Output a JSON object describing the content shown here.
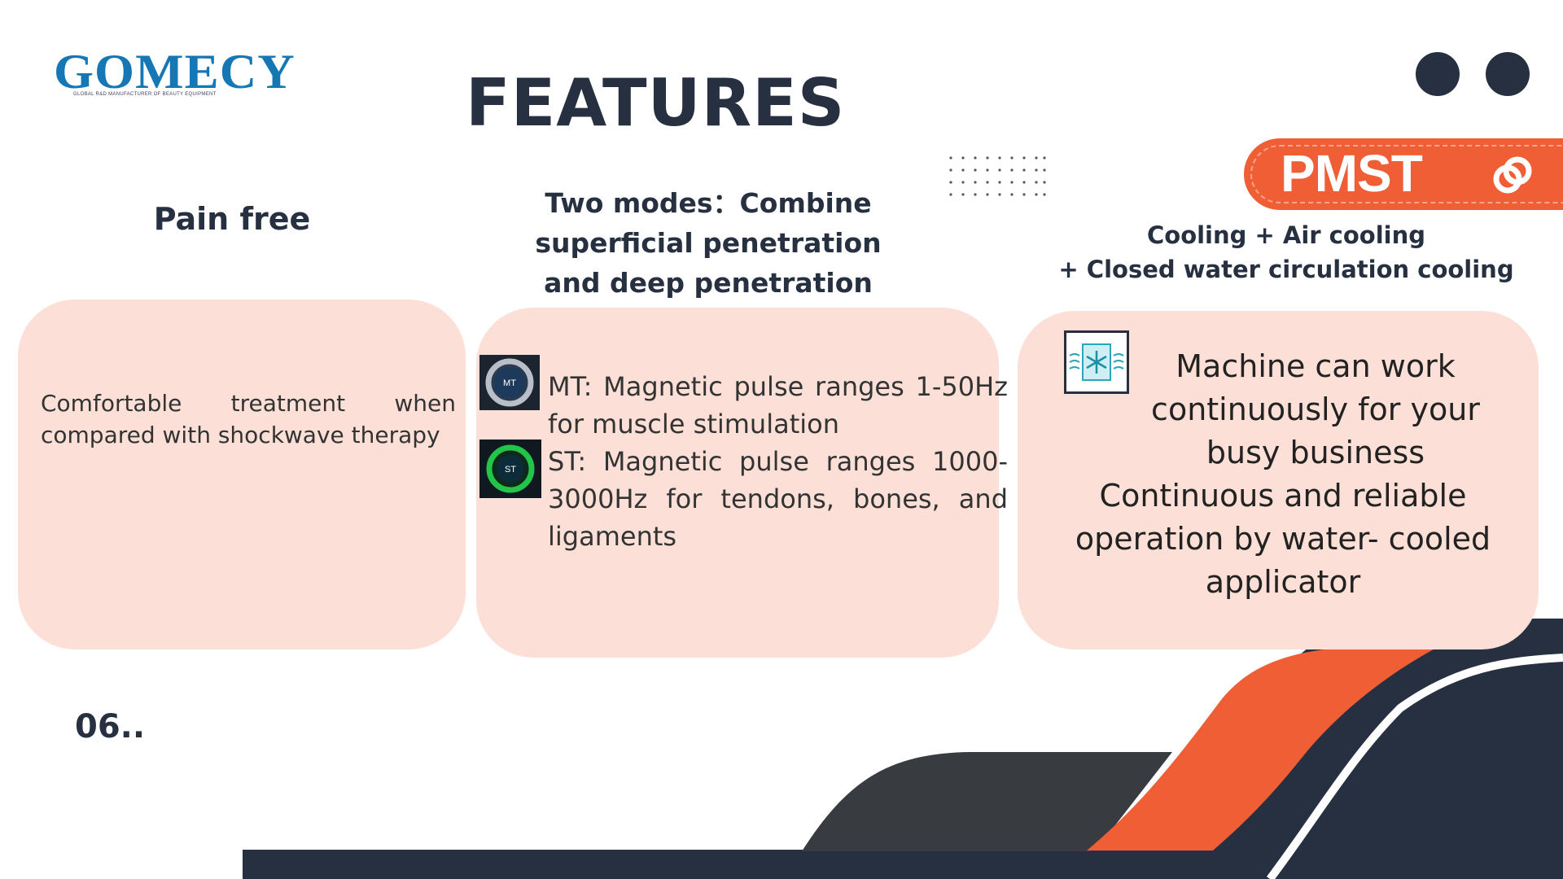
{
  "logo": {
    "text": "GOMECY",
    "tagline": "GLOBAL R&D MANUFACTURER OF BEAUTY EQUIPMENT"
  },
  "title": "FEATURES",
  "badge": {
    "text": "PMST",
    "icon": "link-icon"
  },
  "colors": {
    "navy": "#263040",
    "orange": "#f05e35",
    "card": "#fce0d7",
    "logo_blue": "#1677b5"
  },
  "columns": [
    {
      "heading": "Pain free",
      "body": "Comfortable treatment when compared with shockwave therapy"
    },
    {
      "heading_lines": [
        "Two modes：Combine",
        "superficial penetration",
        "and deep penetration"
      ],
      "modes": [
        {
          "icon_label": "MT",
          "text": "MT: Magnetic pulse ranges 1-50Hz for muscle stimulation"
        },
        {
          "icon_label": "ST",
          "text": "ST: Magnetic pulse ranges 1000-3000Hz for tendons, bones, and ligaments"
        }
      ]
    },
    {
      "heading_lines": [
        "Cooling + Air cooling",
        "+ Closed water circulation cooling"
      ],
      "icon": "snowflake-cooling-icon",
      "body_lines": [
        "Machine can work continuously for your busy business",
        "Continuous and reliable operation by water- cooled applicator"
      ]
    }
  ],
  "page_number": "06.."
}
